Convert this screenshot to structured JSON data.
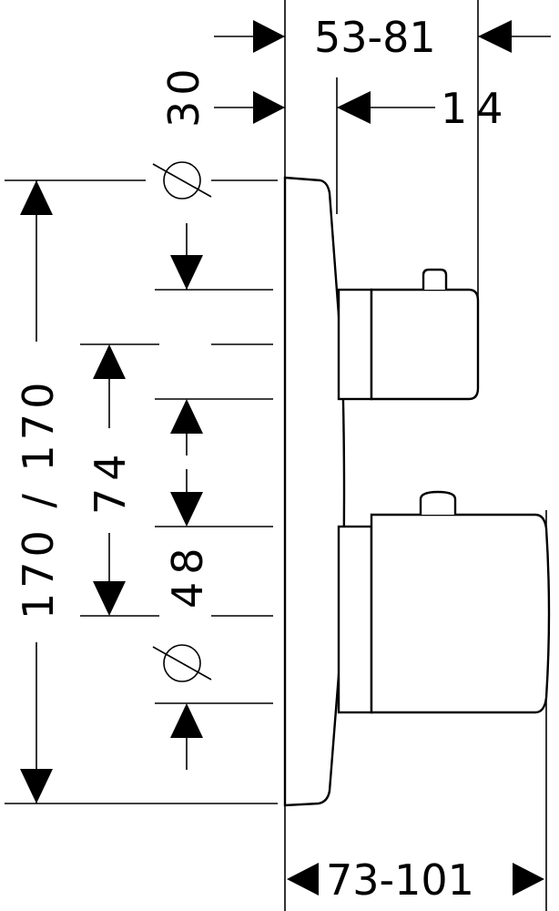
{
  "dimensions": {
    "projection_range": "53-81",
    "plate_offset": "30",
    "knob_offset": "14",
    "plate_size": "170 / 170",
    "spacing_outer": "74",
    "spacing_inner": "48",
    "total_depth": "73-101",
    "diameter_symbol": "⌀"
  }
}
